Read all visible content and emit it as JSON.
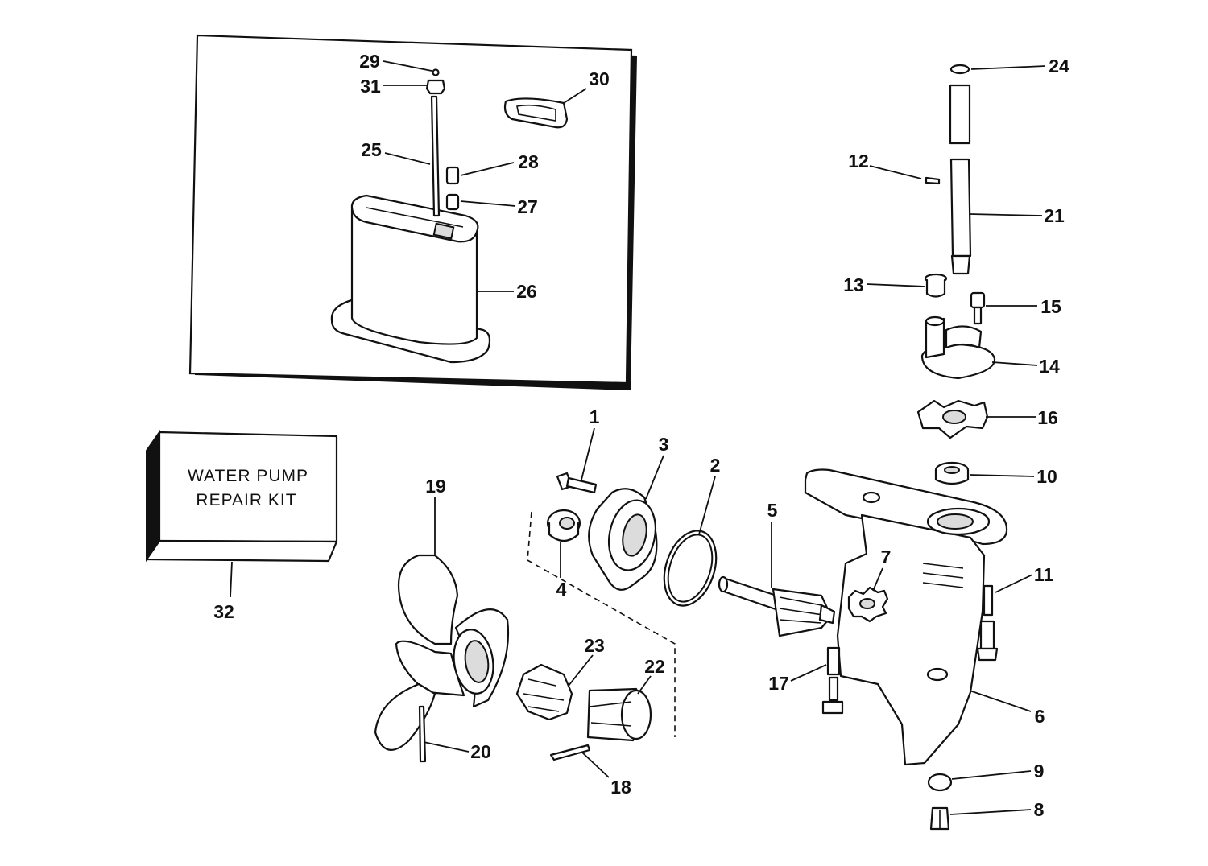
{
  "kit": {
    "line1": "WATER PUMP",
    "line2": "REPAIR KIT"
  },
  "callouts": [
    "1",
    "2",
    "3",
    "4",
    "5",
    "6",
    "7",
    "8",
    "9",
    "10",
    "11",
    "12",
    "13",
    "14",
    "15",
    "16",
    "17",
    "18",
    "19",
    "20",
    "21",
    "22",
    "23",
    "24",
    "25",
    "26",
    "27",
    "28",
    "29",
    "30",
    "31",
    "32"
  ]
}
